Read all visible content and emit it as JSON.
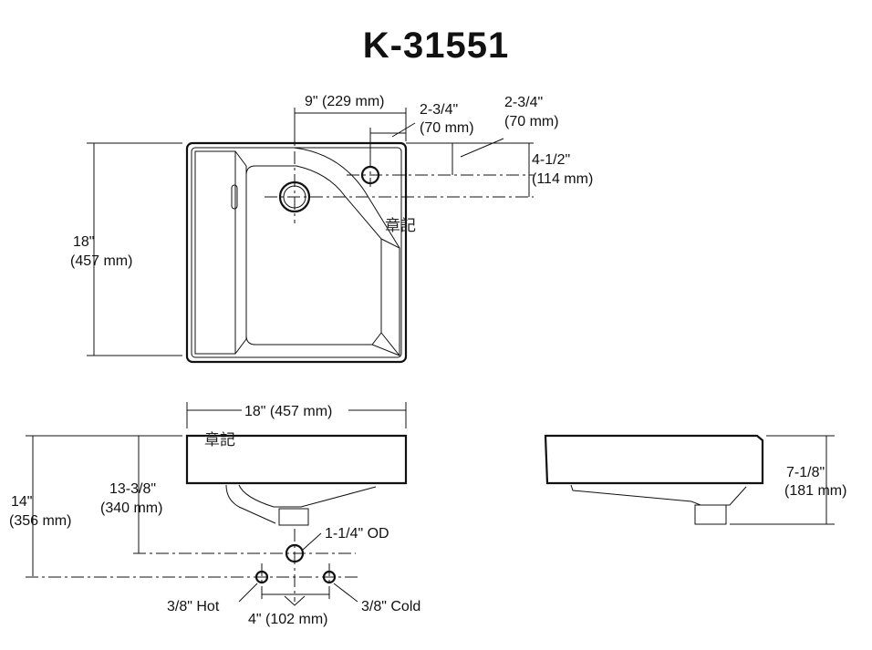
{
  "title": "K-31551",
  "top_view": {
    "dim_9": "9\" (229 mm)",
    "dim_234_a_in": "2-3/4\"",
    "dim_234_a_mm": "(70 mm)",
    "dim_234_b_in": "2-3/4\"",
    "dim_234_b_mm": "(70 mm)",
    "dim_412_in": "4-1/2\"",
    "dim_412_mm": "(114 mm)",
    "dim_18_in": "18\"",
    "dim_18_mm": "(457 mm)",
    "stamp": "章記"
  },
  "front_view": {
    "dim_width": "18\" (457 mm)",
    "stamp": "章記",
    "dim_14_in": "14\"",
    "dim_14_mm": "(356 mm)",
    "dim_1338_in": "13-3/8\"",
    "dim_1338_mm": "(340 mm)",
    "drain_od": "1-1/4\" OD",
    "hot": "3/8\" Hot",
    "cold": "3/8\" Cold",
    "spacing": "4\" (102 mm)"
  },
  "side_view": {
    "dim_height_in": "7-1/8\"",
    "dim_height_mm": "(181 mm)"
  }
}
